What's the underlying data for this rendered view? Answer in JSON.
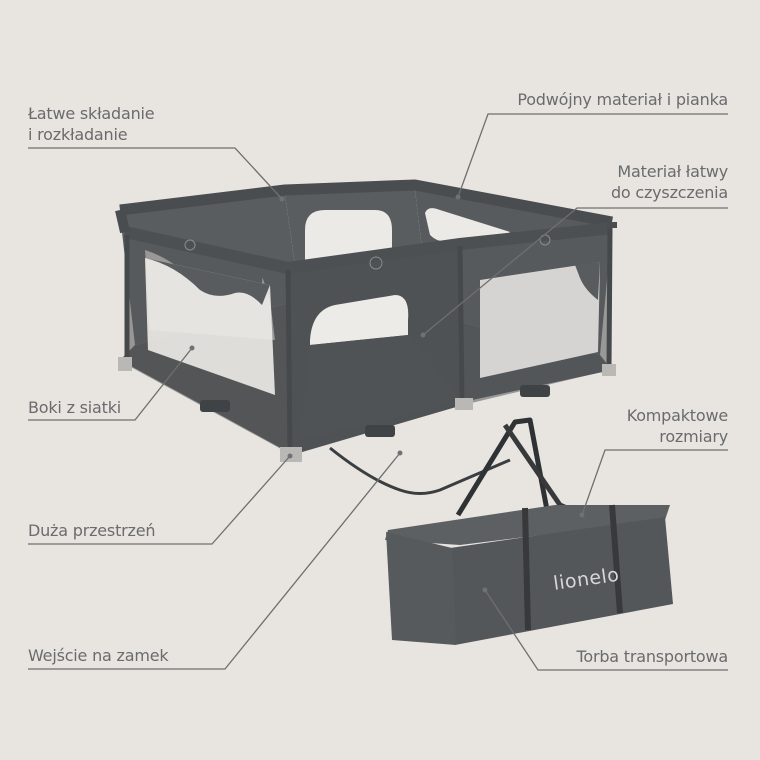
{
  "colors": {
    "background": "#e8e5e1",
    "label_text": "#6a6b6d",
    "callout_line": "#6f6f6f",
    "product_fabric": "#545759",
    "product_dark": "#3f4244",
    "mesh": "#eceae7"
  },
  "callouts": {
    "left": [
      {
        "lines": [
          "Łatwe składanie",
          "i rozkładanie"
        ]
      },
      {
        "lines": [
          "Boki z siatki"
        ]
      },
      {
        "lines": [
          "Duża przestrzeń"
        ]
      },
      {
        "lines": [
          "Wejście na zamek"
        ]
      }
    ],
    "right": [
      {
        "lines": [
          "Podwójny materiał i pianka"
        ]
      },
      {
        "lines": [
          "Materiał łatwy",
          "do czyszczenia"
        ]
      },
      {
        "lines": [
          "Kompaktowe",
          "rozmiary"
        ]
      },
      {
        "lines": [
          "Torba transportowa"
        ]
      }
    ]
  },
  "product": {
    "bag_brand": "lionelo"
  }
}
